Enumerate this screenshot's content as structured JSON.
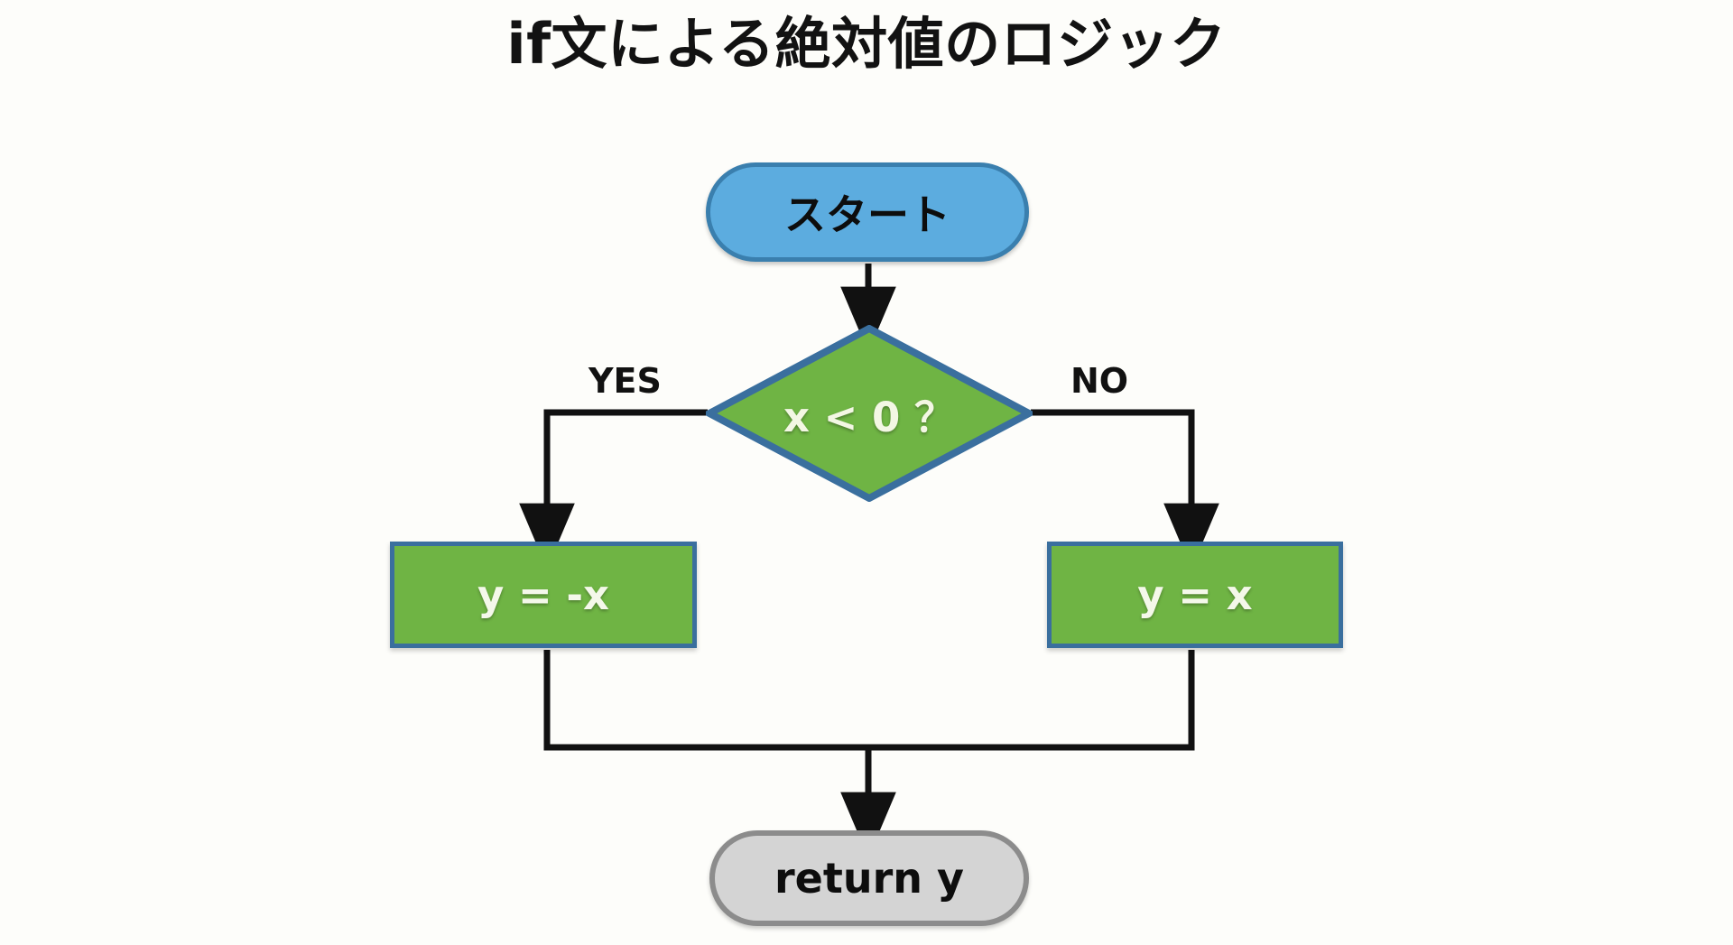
{
  "page": {
    "title": "if文による絶対値のロジック",
    "background_color": "#fdfdfa"
  },
  "palette": {
    "start_fill": "#5cacdf",
    "start_stroke": "#3a7fae",
    "process_fill": "#6fb444",
    "process_stroke": "#3a6f9e",
    "decision_fill": "#6fb444",
    "decision_stroke": "#3a6f9e",
    "return_fill": "#d4d4d4",
    "return_stroke": "#8c8c8c",
    "edge_color": "#111111",
    "light_text": "#f4f8ea",
    "dark_text": "#0d0d0d"
  },
  "flowchart": {
    "type": "flowchart",
    "orientation": "top-to-bottom",
    "nodes": [
      {
        "id": "start",
        "shape": "terminator",
        "label": "スタート"
      },
      {
        "id": "decision",
        "shape": "diamond",
        "label": "x < 0 ？"
      },
      {
        "id": "proc-yes",
        "shape": "process",
        "label": "y = -x"
      },
      {
        "id": "proc-no",
        "shape": "process",
        "label": "y = x"
      },
      {
        "id": "return",
        "shape": "terminator",
        "label": "return y"
      }
    ],
    "edges": [
      {
        "from": "start",
        "to": "decision",
        "label": ""
      },
      {
        "from": "decision",
        "to": "proc-yes",
        "label": "YES"
      },
      {
        "from": "decision",
        "to": "proc-no",
        "label": "NO"
      },
      {
        "from": "proc-yes",
        "to": "return",
        "label": ""
      },
      {
        "from": "proc-no",
        "to": "return",
        "label": ""
      }
    ],
    "branch_labels": {
      "yes": "YES",
      "no": "NO"
    }
  }
}
